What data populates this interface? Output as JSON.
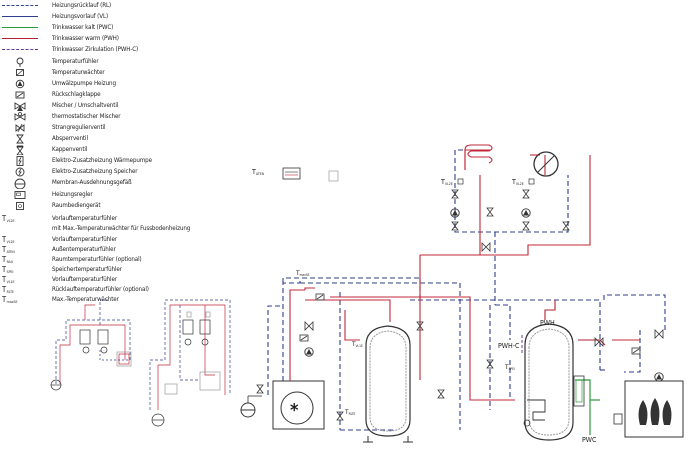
{
  "colors": {
    "return_rl": "#2f3f8f",
    "flow_vl": "#c0283a",
    "cold_pwc": "#2f9a3a",
    "warm_pwh": "#b02030",
    "circulation_pwhc": "#6a3a9a",
    "symbol": "#333333"
  },
  "legend": {
    "lines": [
      {
        "key": "rl",
        "label": "Heizungsrücklauf (RL)",
        "style": "dashed",
        "color": "#2f3f8f"
      },
      {
        "key": "vl",
        "label": "Heizungsvorlauf (VL)",
        "style": "solid",
        "color": "#c0283a"
      },
      {
        "key": "pwc",
        "label": "Trinkwasser kalt (PWC)",
        "style": "solid",
        "color": "#2f9a3a"
      },
      {
        "key": "pwh",
        "label": "Trinkwasser warm (PWH)",
        "style": "solid",
        "color": "#b02030"
      },
      {
        "key": "pwhc",
        "label": "Trinkwasser Zirkulation (PWH-C)",
        "style": "dashed",
        "color": "#6a3a9a"
      }
    ],
    "symbols": [
      {
        "icon": "temperature-sensor-icon",
        "label": "Temperaturfühler"
      },
      {
        "icon": "temperature-guard-icon",
        "label": "Temperaturwächter"
      },
      {
        "icon": "circulation-pump-icon",
        "label": "Umwälzpumpe Heizung"
      },
      {
        "icon": "check-valve-icon",
        "label": "Rückschlagklappe"
      },
      {
        "icon": "mixer-valve-icon",
        "label": "Mischer / Umschaltventil"
      },
      {
        "icon": "thermostatic-mixer-icon",
        "label": "thermostatischer Mischer"
      },
      {
        "icon": "balancing-valve-icon",
        "label": "Strangregulierventil"
      },
      {
        "icon": "shutoff-valve-icon",
        "label": "Absperrventil"
      },
      {
        "icon": "cap-valve-icon",
        "label": "Kappenventil"
      },
      {
        "icon": "heatpump-electric-heater-icon",
        "label": "Elektro-Zusatzheizung Wärmepumpe"
      },
      {
        "icon": "storage-electric-heater-icon",
        "label": "Elektro-Zusatzheizung Speicher"
      },
      {
        "icon": "expansion-vessel-icon",
        "label": "Membran-Ausdehnungsgefäß"
      },
      {
        "icon": "heating-controller-icon",
        "label": "Heizungsregler"
      },
      {
        "icon": "room-unit-icon",
        "label": "Raumbediengerät"
      }
    ],
    "sensors": [
      {
        "code": "T",
        "sub": "VL2E",
        "label": "Vorlauftemperaturfühler"
      },
      {
        "code": "",
        "sub": "",
        "label": "mit Max.-Temperaturwächter für Fussbodenheizung"
      },
      {
        "code": "T",
        "sub": "VL2E",
        "label": "Vorlauftemperaturfühler"
      },
      {
        "code": "T",
        "sub": "ATEN",
        "label": "Außentemperaturfühler"
      },
      {
        "code": "T",
        "sub": "RAU",
        "label": "Raumtemperaturfühler (optional)"
      },
      {
        "code": "T",
        "sub": "SPEI",
        "label": "Speichertemperaturfühler"
      },
      {
        "code": "T",
        "sub": "VL1E",
        "label": "Vorlauftemperaturfühler"
      },
      {
        "code": "T",
        "sub": "RLTE",
        "label": "Rücklauftemperaturfühler (optional)"
      },
      {
        "code": "T",
        "sub": "maxSE",
        "label": "Max.-Temperaturwächter"
      }
    ]
  },
  "diagram": {
    "label_pwh": "PWH",
    "label_pwhc": "PWH-C",
    "label_pwc": "PWC",
    "sensor_vl2e_a": {
      "code": "T",
      "sub": "VL2E"
    },
    "sensor_vl2e_b": {
      "code": "T",
      "sub": "VL2E"
    },
    "sensor_aten": {
      "code": "T",
      "sub": "ATEN"
    },
    "sensor_maxse": {
      "code": "T",
      "sub": "maxSE"
    },
    "sensor_vl1e": {
      "code": "T",
      "sub": "VL1E"
    },
    "sensor_spei": {
      "code": "T",
      "sub": "SPEI"
    },
    "sensor_rlte": {
      "code": "T",
      "sub": "RLTE"
    }
  }
}
